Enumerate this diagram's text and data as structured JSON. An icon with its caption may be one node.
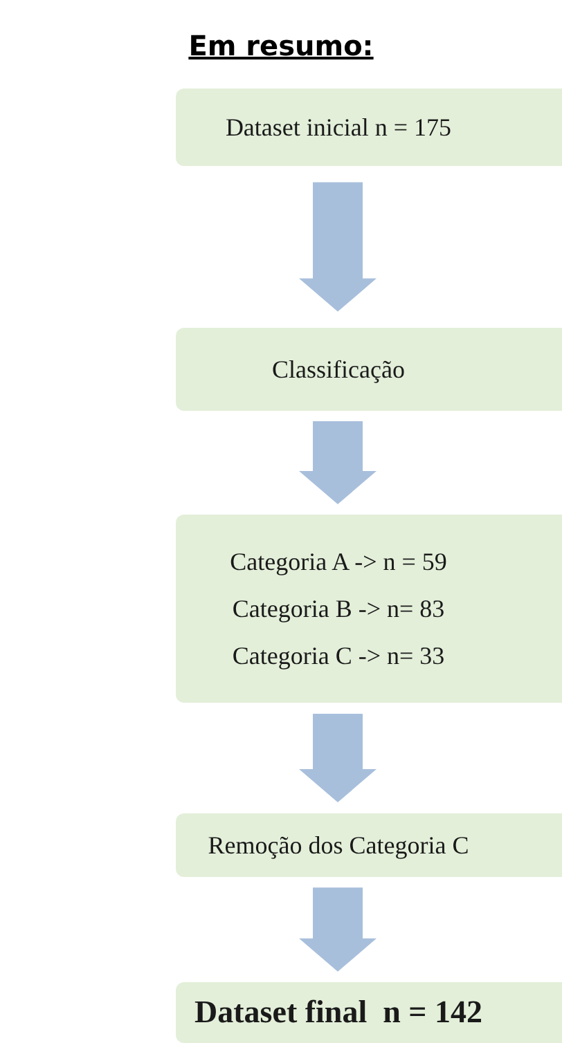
{
  "diagram": {
    "title": "Em resumo:",
    "nodes": [
      {
        "text": [
          "Dataset inicial n = 175"
        ]
      },
      {
        "text": [
          "Classificação"
        ]
      },
      {
        "text": [
          "Categoria A -> n = 59",
          "Categoria B -> n= 83",
          "Categoria C -> n= 33"
        ]
      },
      {
        "text": [
          "Remoção dos Categoria C"
        ]
      },
      {
        "text": [
          "Dataset final  n = 142"
        ]
      }
    ],
    "edges": [
      {
        "from": 0,
        "to": 1,
        "arrow": "to"
      },
      {
        "from": 1,
        "to": 2,
        "arrow": "to"
      },
      {
        "from": 2,
        "to": 3,
        "arrow": "to"
      },
      {
        "from": 3,
        "to": 4,
        "arrow": "to"
      }
    ]
  }
}
